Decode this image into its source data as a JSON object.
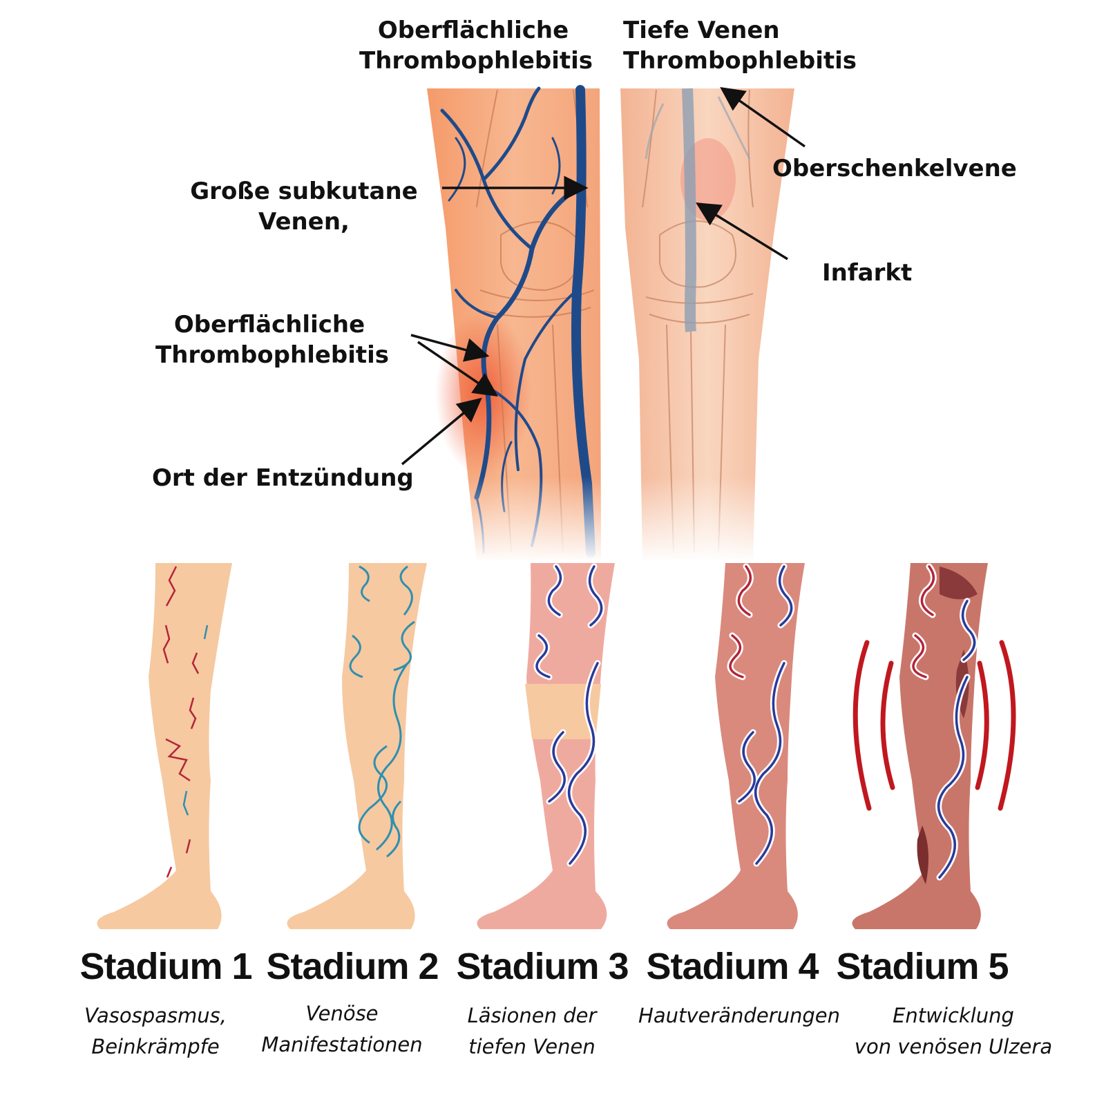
{
  "labels": {
    "top_left": [
      "Oberflächliche",
      "Thrombophlebitis"
    ],
    "top_right": [
      "Tiefe Venen",
      "Thrombophlebitis"
    ],
    "saphenous": [
      "Große subkutane",
      "Venen,"
    ],
    "femoral": "Oberschenkelvene",
    "infarct": "Infarkt",
    "superficial_side": [
      "Oberflächliche",
      "Thrombophlebitis"
    ],
    "inflammation": "Ort der Entzündung"
  },
  "stages": [
    {
      "title": "Stadium 1",
      "desc": [
        "Vasospasmus,",
        "Beinkrämpfe"
      ]
    },
    {
      "title": "Stadium 2",
      "desc": [
        "Venöse",
        "Manifestationen"
      ]
    },
    {
      "title": "Stadium 3",
      "desc": [
        "Läsionen der",
        "tiefen Venen"
      ]
    },
    {
      "title": "Stadium 4",
      "desc": [
        "Hautveränderungen"
      ]
    },
    {
      "title": "Stadium 5",
      "desc": [
        "Entwicklung",
        "von venösen Ulzera"
      ]
    }
  ],
  "colors": {
    "skin_light": "#f6c9a0",
    "skin_inflamed": "#f08a5d",
    "vein_blue": "#1f4a8a",
    "vein_teal": "#2f8fb0",
    "vein_red": "#b3243a",
    "stage3_skin": "#efaaa0",
    "stage4_skin": "#d98a7d",
    "stage5_skin": "#c9766a",
    "pulse_red": "#c0181e"
  },
  "icons": {
    "arrow": "arrow-icon",
    "pulse": "pain-pulse-icon"
  }
}
